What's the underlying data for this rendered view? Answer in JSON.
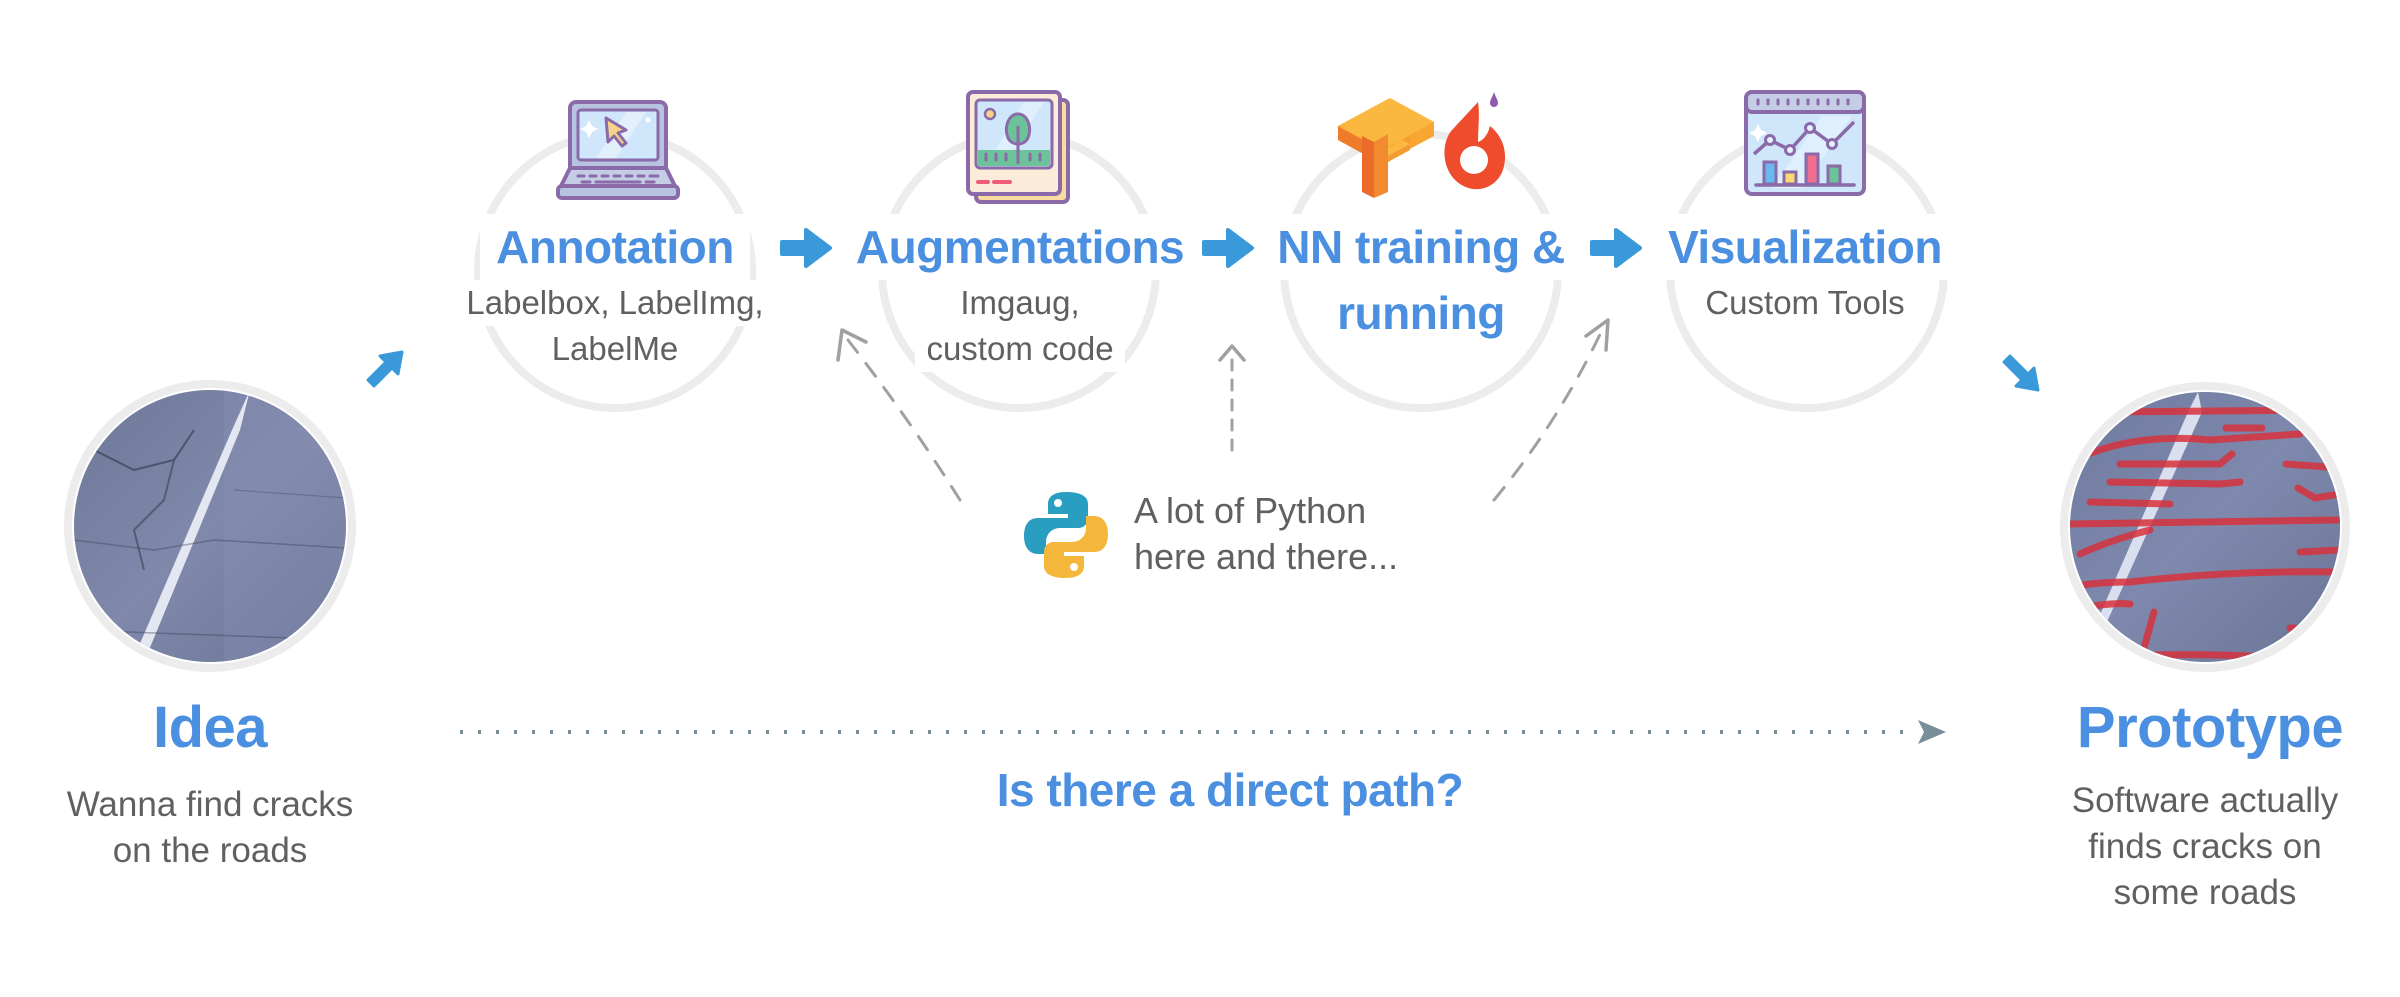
{
  "diagram": {
    "start": {
      "title": "Idea",
      "subtitle_lines": [
        "Wanna find cracks",
        "on the roads"
      ],
      "image": "road-photo"
    },
    "stages": [
      {
        "title_lines": [
          "Annotation"
        ],
        "subtitle_lines": [
          "Labelbox, LabelImg,",
          "LabelMe"
        ],
        "icon": "laptop-icon"
      },
      {
        "title_lines": [
          "Augmentations"
        ],
        "subtitle_lines": [
          "Imgaug,",
          "custom code"
        ],
        "icon": "photo-stack-icon"
      },
      {
        "title_lines": [
          "NN training &",
          "running"
        ],
        "subtitle_lines": [],
        "icon": "tensorflow-pytorch-icon"
      },
      {
        "title_lines": [
          "Visualization"
        ],
        "subtitle_lines": [
          "Custom Tools"
        ],
        "icon": "dashboard-chart-icon"
      }
    ],
    "python_note": {
      "lines": [
        "A lot of Python",
        "here and there..."
      ],
      "icon": "python-icon"
    },
    "end": {
      "title": "Prototype",
      "subtitle_lines": [
        "Software actually",
        "finds cracks on",
        "some roads"
      ],
      "image": "road-photo-with-cracks-highlighted"
    },
    "direct_path_question": "Is there a direct path?"
  },
  "colors": {
    "title_blue": "#4a8fe0",
    "arrow_blue": "#3a9ad9",
    "text_gray": "#606060",
    "ring_gray": "#ececec",
    "dashed_gray": "#a0a0a0",
    "dotted_slate": "#7a8e9a",
    "crack_red": "#d8323c"
  }
}
